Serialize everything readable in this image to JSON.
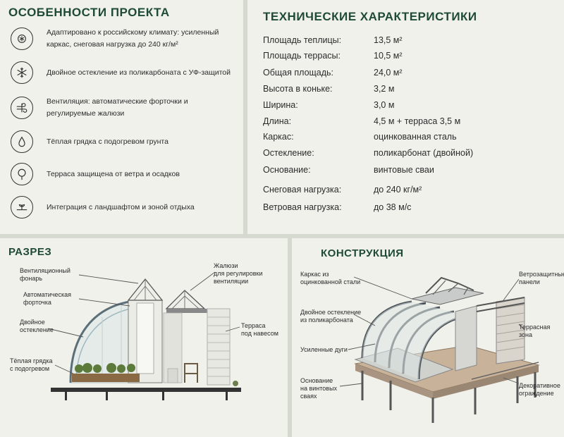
{
  "features": {
    "title": "ОСОБЕННОСТИ ПРОЕКТА",
    "items": [
      {
        "icon": "snowflake-gear-icon",
        "text": "Адаптировано к российскому климату: усиленный каркас, снеговая нагрузка до 240 кг/м²"
      },
      {
        "icon": "snowflake-icon",
        "text": "Двойное остекление из поликарбоната с УФ-защитой"
      },
      {
        "icon": "wind-icon",
        "text": "Вентиляция: автоматические форточки и регулируемые жалюзи"
      },
      {
        "icon": "drop-icon",
        "text": "Тёплая грядка с подогревом грунта"
      },
      {
        "icon": "tree-icon",
        "text": "Терраса защищена от ветра и осадков"
      },
      {
        "icon": "landscape-icon",
        "text": "Интеграция с ландшафтом и зоной отдыха"
      }
    ]
  },
  "specs": {
    "title": "ТЕХНИЧЕСКИЕ ХАРАКТЕРИСТИКИ",
    "rows": [
      {
        "k": "Площадь теплицы:",
        "v": "13,5 м²"
      },
      {
        "k": "Площадь террасы:",
        "v": "10,5 м²"
      },
      {
        "k": "Общая площадь:",
        "v": "24,0 м²"
      },
      {
        "k": "Высота в коньке:",
        "v": "3,2 м"
      },
      {
        "k": "Ширина:",
        "v": "3,0 м"
      },
      {
        "k": "Длина:",
        "v": "4,5 м + терраса 3,5 м"
      },
      {
        "k": "Каркас:",
        "v": "оцинкованная сталь"
      },
      {
        "k": "Остекление:",
        "v": "поликарбонат (двойной)"
      },
      {
        "k": "Основание:",
        "v": "винтовые сваи"
      },
      {
        "k": "Снеговая нагрузка:",
        "v": "до 240 кг/м²"
      },
      {
        "k": "Ветровая нагрузка:",
        "v": "до 38 м/с"
      }
    ]
  },
  "section": {
    "title": "РАЗРЕЗ",
    "labels": {
      "vent_lantern": "Вентиляционный\nфонарь",
      "auto_window": "Автоматическая\nфорточка",
      "double_glazing": "Двойное\nостекление",
      "warm_bed": "Тёплая грядка\nс подогревом",
      "louvers": "Жалюзи\nдля регулировки\nвентиляции",
      "terrace": "Терраса\nпод навесом"
    }
  },
  "construction": {
    "title": "КОНСТРУКЦИЯ",
    "labels": {
      "frame": "Каркас из\nоцинкованной стали",
      "glazing": "Двойное остекление\nиз поликарбоната",
      "arches": "Усиленные дуги",
      "foundation": "Основание\nна винтовых\nсваях",
      "wind_panels": "Ветрозащитные\nпанели",
      "terrace_zone": "Террасная\nзона",
      "fence": "Декоративное\nограждение"
    }
  }
}
